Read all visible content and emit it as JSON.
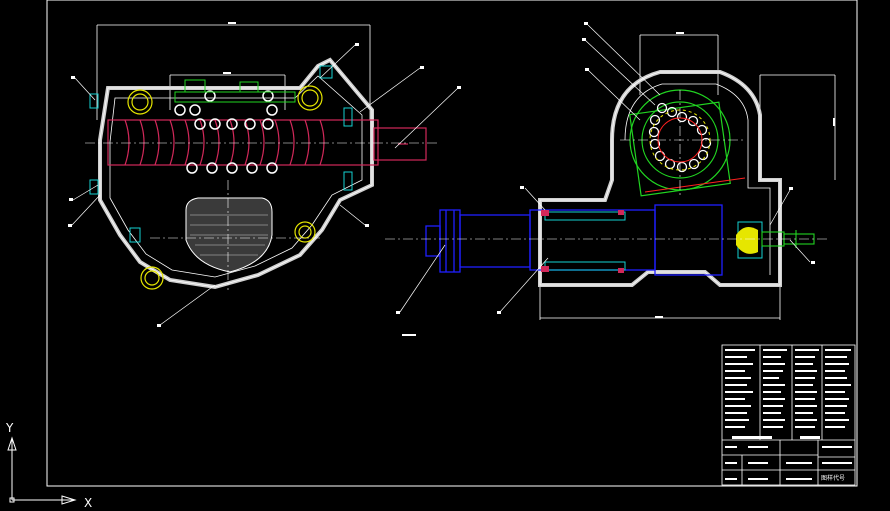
{
  "drawing": {
    "background": "#000000",
    "colors": {
      "outline": "#ffffff",
      "hatch": "#cfcfcf",
      "worm": "#d2285a",
      "ball": "#ffffff",
      "green": "#21d421",
      "blue": "#1f1fff",
      "cyan": "#14d2d2",
      "yellow": "#e6e600",
      "red": "#ff2020"
    },
    "title_block": {
      "drawing_number_label": "图样代号"
    },
    "ucs": {
      "x_label": "X",
      "y_label": "Y"
    }
  }
}
